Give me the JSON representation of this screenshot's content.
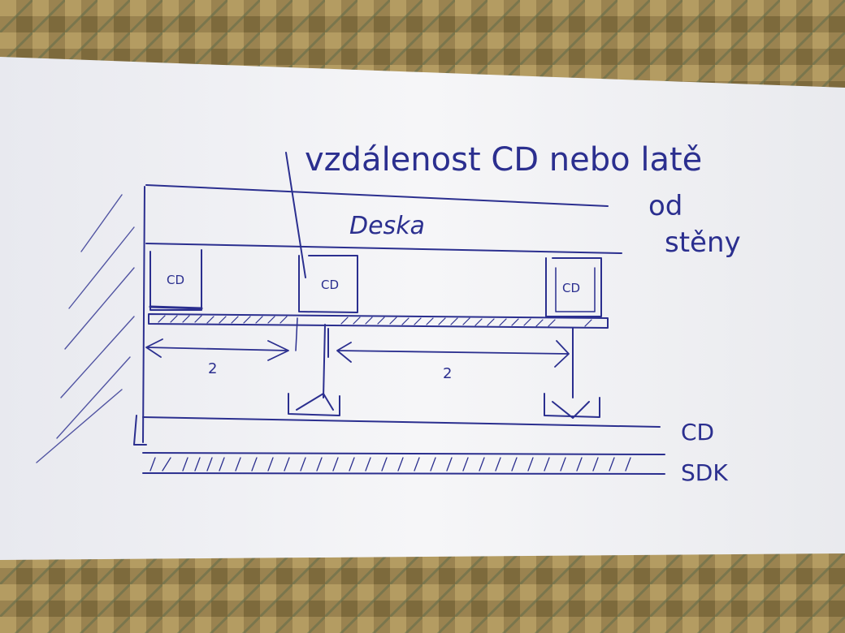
{
  "diagram": {
    "annotation_line1": "vzdálenost CD nebo latě",
    "annotation_line2": "od",
    "annotation_line3": "stěny",
    "board_label": "Deska",
    "cd_labels": [
      "CD",
      "CD",
      "CD"
    ],
    "dim_left": "2",
    "dim_right": "2",
    "right_label_cd": "CD",
    "right_label_sdk": "SDK"
  },
  "colors": {
    "ink": "#2b2f8f",
    "paper": "#f4f4f6",
    "carpet": "#8a7440"
  }
}
